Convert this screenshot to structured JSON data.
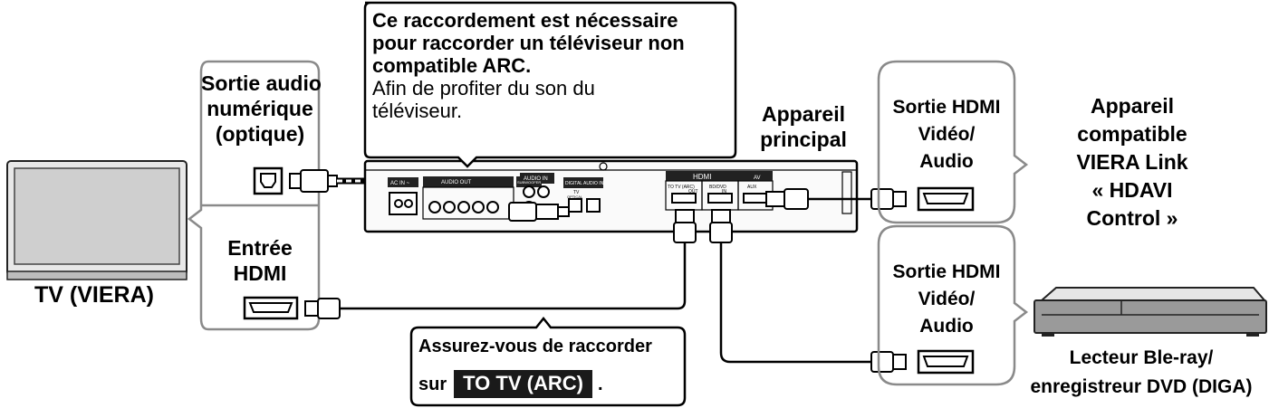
{
  "callout": {
    "line1": "Ce raccordement est nécessaire",
    "line2": "pour raccorder un téléviseur non",
    "line3": "compatible ARC.",
    "line4": "Afin de profiter du son du",
    "line5": "téléviseur."
  },
  "labels": {
    "tv": "TV (VIERA)",
    "digital_audio_out": [
      "Sortie audio",
      "numérique",
      "(optique)"
    ],
    "hdmi_in": [
      "Entrée",
      "HDMI"
    ],
    "main_unit": [
      "Appareil",
      "principal"
    ],
    "hdmi_out_top": [
      "Sortie HDMI",
      "Vidéo/",
      "Audio"
    ],
    "hdmi_out_bottom": [
      "Sortie HDMI",
      "Vidéo/",
      "Audio"
    ],
    "viera_link_device": [
      "Appareil",
      "compatible",
      "VIERA Link",
      "« HDAVI",
      "Control »"
    ],
    "bluray": [
      "Lecteur Ble-ray/",
      "enregistreur DVD (DIGA)"
    ]
  },
  "note": {
    "line1": "Assurez-vous de raccorder",
    "prefix": "sur",
    "badge": "TO TV (ARC)",
    "suffix": "."
  },
  "panel": {
    "ac_in": "AC IN ~",
    "audio_out": "AUDIO OUT",
    "audio_in": "AUDIO IN",
    "digital_audio_in": "DIGITAL AUDIO IN",
    "subwoofer": "SUBWOOFER",
    "hdmi": "HDMI",
    "av": "AV",
    "to_tv_arc": "TO TV (ARC)",
    "out": "OUT",
    "bd_dvd": "BD/DVD",
    "aux": "AUX",
    "in": "IN",
    "tv": "TV",
    "optical": "OPTICAL"
  }
}
